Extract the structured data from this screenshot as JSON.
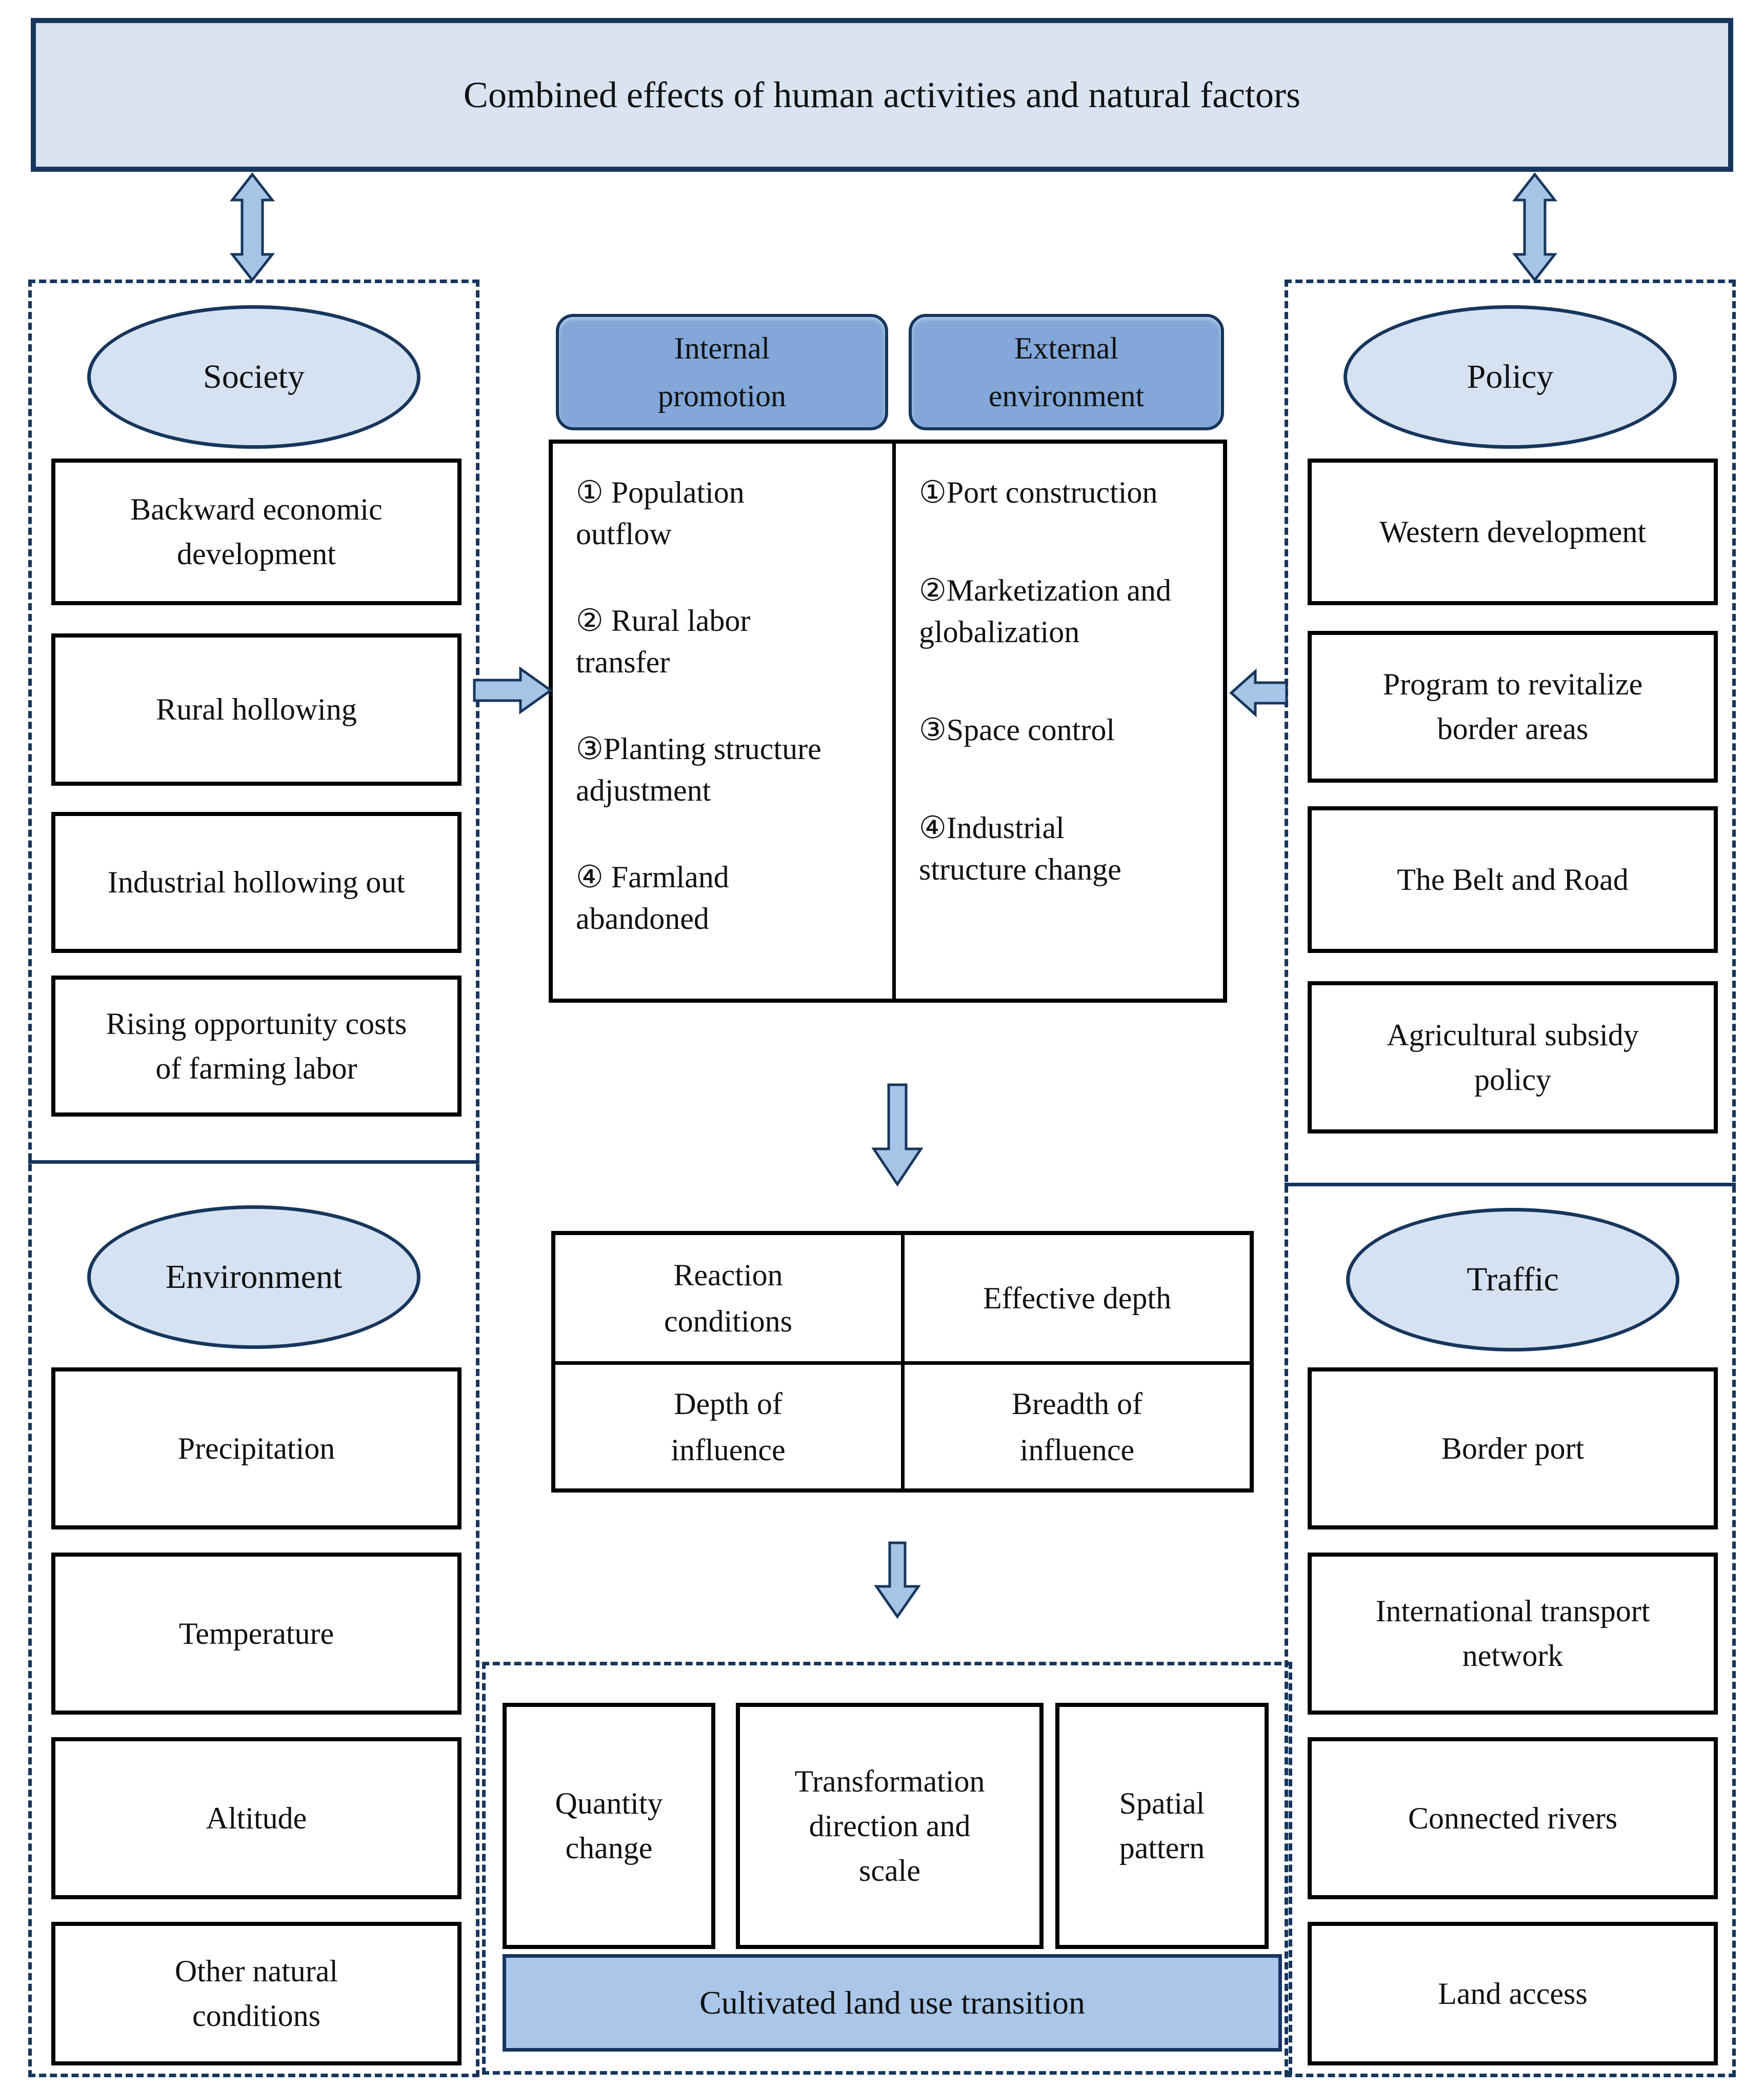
{
  "colors": {
    "navy": "#17365d",
    "banner_fill": "#dae3f1",
    "ellipse_fill": "#d6e2f2",
    "header_fill": "#82a7d8",
    "outcome_banner_fill": "#aac6e8",
    "arrow_fill": "#a6c4e6",
    "box_border": "#000000",
    "ink": "#111111"
  },
  "top_banner": {
    "label": "Combined effects of human activities and natural factors"
  },
  "left_panel": {
    "society": {
      "title": "Society",
      "boxes": [
        "Backward economic development",
        "Rural hollowing",
        "Industrial hollowing out",
        "Rising opportunity costs of farming labor"
      ]
    },
    "environment": {
      "title": "Environment",
      "boxes": [
        "Precipitation",
        "Temperature",
        "Altitude",
        "Other natural conditions"
      ]
    }
  },
  "right_panel": {
    "policy": {
      "title": "Policy",
      "boxes": [
        "Western development",
        "Program to revitalize border areas",
        "The Belt and Road",
        "Agricultural subsidy policy"
      ]
    },
    "traffic": {
      "title": "Traffic",
      "boxes": [
        "Border port",
        "International transport network",
        "Connected rivers",
        "Land access"
      ]
    }
  },
  "center": {
    "internal": {
      "header": "Internal promotion",
      "items": [
        "① Population outflow",
        "② Rural labor transfer",
        "③Planting structure adjustment",
        "④ Farmland abandoned"
      ]
    },
    "external": {
      "header": "External environment",
      "items": [
        "①Port construction",
        "②Marketization and globalization",
        "③Space control",
        "④Industrial structure change"
      ]
    },
    "matrix": {
      "cells": [
        "Reaction conditions",
        "Effective depth",
        "Depth of influence",
        "Breadth of influence"
      ]
    },
    "outcome": {
      "boxes": [
        "Quantity change",
        "Transformation direction and scale",
        "Spatial pattern"
      ],
      "banner": "Cultivated land use transition"
    }
  }
}
